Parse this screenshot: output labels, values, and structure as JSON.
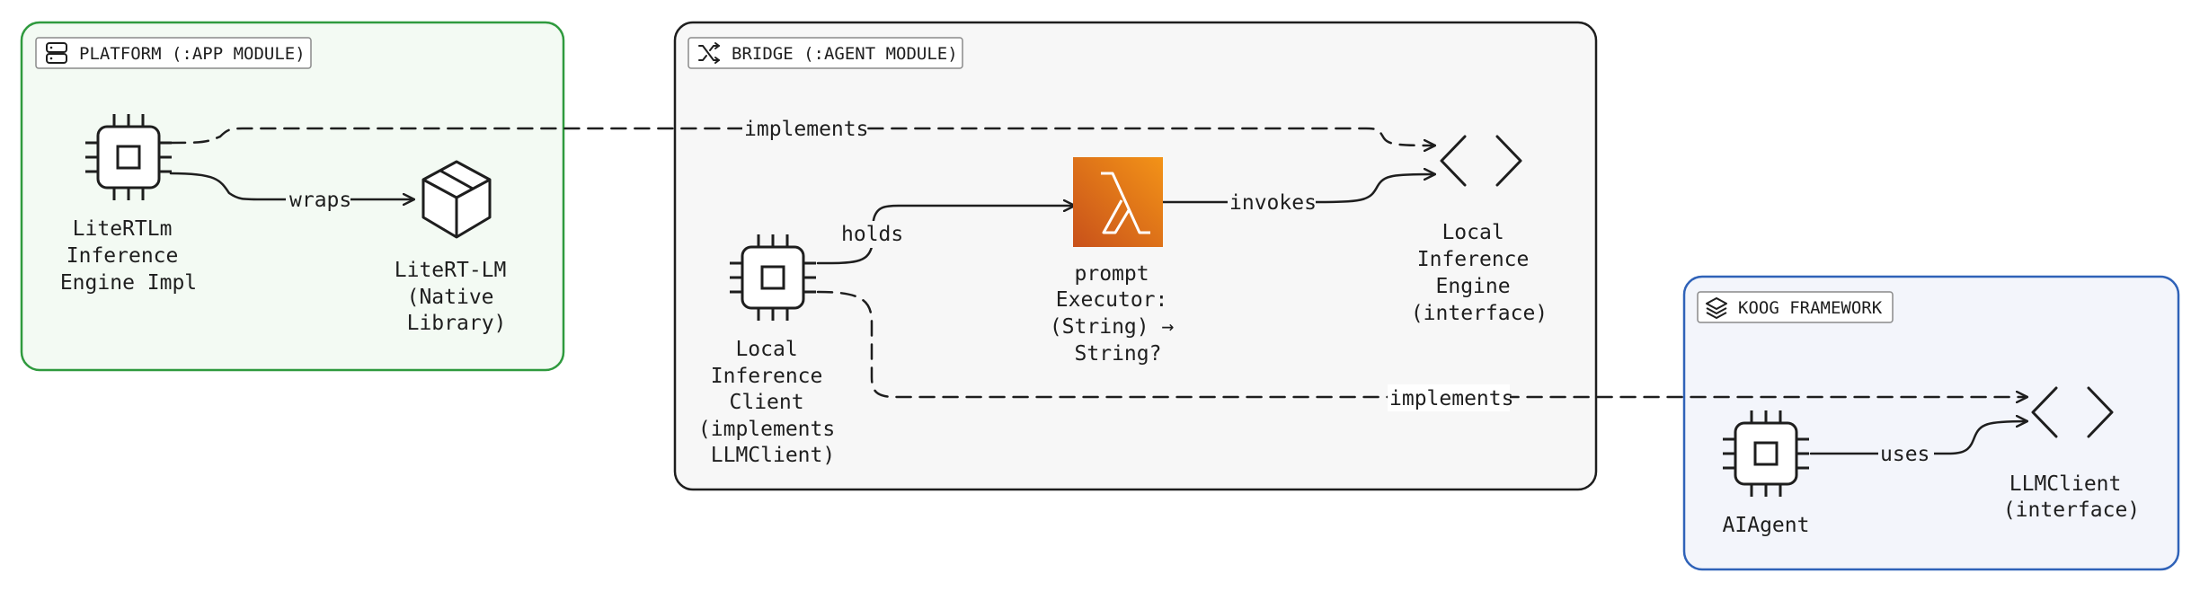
{
  "groups": {
    "platform": {
      "title": "PLATFORM (:APP MODULE)",
      "fill": "#f3faf3",
      "stroke": "#2f9a3e"
    },
    "bridge": {
      "title": "BRIDGE (:AGENT MODULE)",
      "fill": "#f7f7f7",
      "stroke": "#1e1e1e"
    },
    "koog": {
      "title": "KOOG FRAMEWORK",
      "fill": "#f3f5fb",
      "stroke": "#2f62b8"
    }
  },
  "nodes": {
    "litertlm_impl": [
      "LiteRTLm",
      "Inference",
      "Engine Impl"
    ],
    "litert_native": [
      "LiteRT-LM",
      "(Native",
      "Library)"
    ],
    "local_client": [
      "Local",
      "Inference",
      "Client",
      "(implements",
      "LLMClient)"
    ],
    "prompt_executor": [
      "prompt",
      "Executor:",
      "(String) →",
      "String?"
    ],
    "local_engine_iface": [
      "Local",
      "Inference",
      "Engine",
      "(interface)"
    ],
    "ai_agent": [
      "AIAgent"
    ],
    "llmclient_iface": [
      "LLMClient",
      "(interface)"
    ]
  },
  "edges": {
    "wraps": "wraps",
    "implements_top": "implements",
    "holds": "holds",
    "invokes": "invokes",
    "implements_bottom": "implements",
    "uses": "uses"
  },
  "icons": {
    "chip": "chip-icon",
    "package": "package-icon",
    "lambda": "lambda-icon",
    "code": "code-brackets-icon",
    "server": "server-icon",
    "shuffle": "shuffle-icon",
    "layers": "layers-icon"
  },
  "colors": {
    "lambda_orange": "#e8730d"
  }
}
